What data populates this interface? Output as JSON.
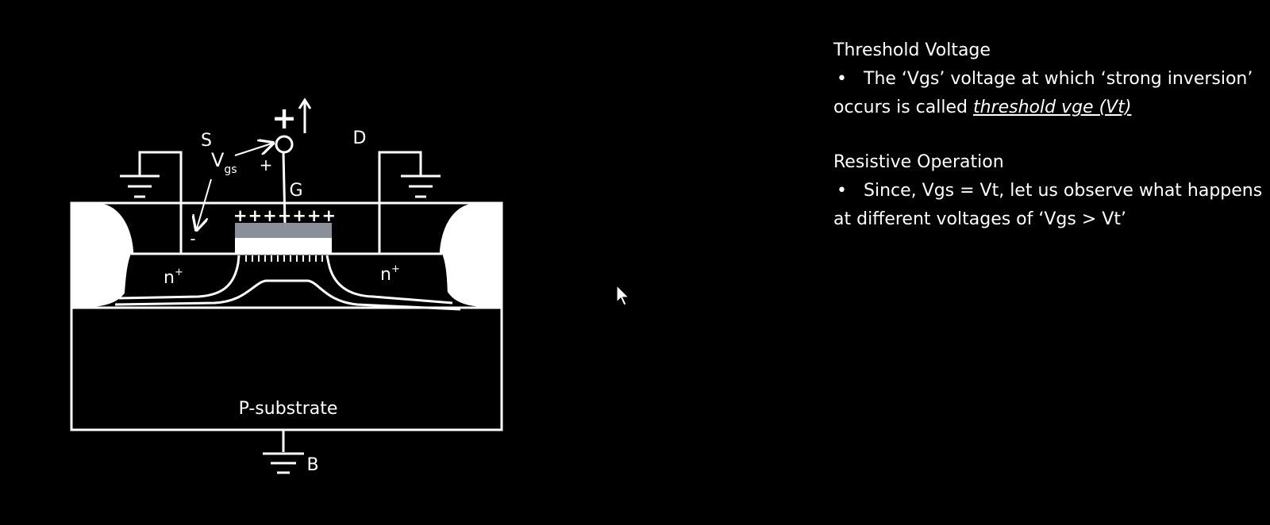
{
  "colors": {
    "background": "#000000",
    "foreground": "#ffffff",
    "gate_oxide": "#8a8f99"
  },
  "diagram": {
    "source_label": "S",
    "drain_label": "D",
    "gate_label": "G",
    "body_label": "B",
    "vgs_main": "V",
    "vgs_sub": "gs",
    "plus_sign": "+",
    "minus_sign": "-",
    "big_plus": "+",
    "gate_charges": "+++++++",
    "n_plus_base": "n",
    "n_plus_sup": "+",
    "substrate_label": "P-substrate"
  },
  "notes": {
    "section1": {
      "heading": "Threshold Voltage",
      "bullet_symbol": "•",
      "bullet_text": "The ‘Vgs’ voltage at which ‘strong inversion’ occurs is called ",
      "bullet_emphasis": "threshold vge (Vt)"
    },
    "section2": {
      "heading": "Resistive Operation",
      "bullet_symbol": "•",
      "bullet_text": "Since, Vgs = Vt, let us observe what happens at different voltages of ‘Vgs > Vt’"
    }
  },
  "cursor_icon": "arrow-cursor-icon"
}
